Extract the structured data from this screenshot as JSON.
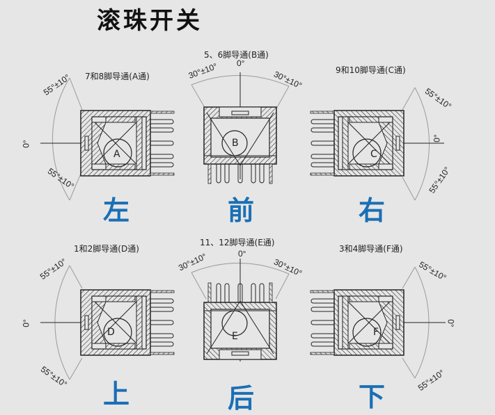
{
  "title": "滚珠开关",
  "colors": {
    "background": "#e6e6e6",
    "direction_label": "#1a6fb5",
    "line": "#222222",
    "arc": "#9a9a9a"
  },
  "panels": [
    {
      "id": "A",
      "caption": "7和8脚导通(A通)",
      "direction": "左",
      "ball_letter": "A",
      "angles": {
        "zero": "0°",
        "upper": "55°±10°",
        "lower": "55°±10°"
      }
    },
    {
      "id": "B",
      "caption": "5、6脚导通(B通)",
      "direction": "前",
      "ball_letter": "B",
      "angles": {
        "zero": "0°",
        "left": "30°±10°",
        "right": "30°±10°"
      }
    },
    {
      "id": "C",
      "caption": "9和10脚导通(C通)",
      "direction": "右",
      "ball_letter": "C",
      "angles": {
        "zero": "0°",
        "upper": "55°±10°",
        "lower": "55°±10°"
      }
    },
    {
      "id": "D",
      "caption": "1和2脚导通(D通)",
      "direction": "上",
      "ball_letter": "D",
      "angles": {
        "zero": "0°",
        "upper": "55°±10°",
        "lower": "55°±10°"
      }
    },
    {
      "id": "E",
      "caption": "11、12脚导通(E通)",
      "direction": "后",
      "ball_letter": "E",
      "angles": {
        "zero": "0°",
        "left": "30°±10°",
        "right": "30°±10°"
      }
    },
    {
      "id": "F",
      "caption": "3和4脚导通(F通)",
      "direction": "下",
      "ball_letter": "F",
      "angles": {
        "zero": "0°",
        "upper": "55°±10°",
        "lower": "55°±10°"
      }
    }
  ]
}
